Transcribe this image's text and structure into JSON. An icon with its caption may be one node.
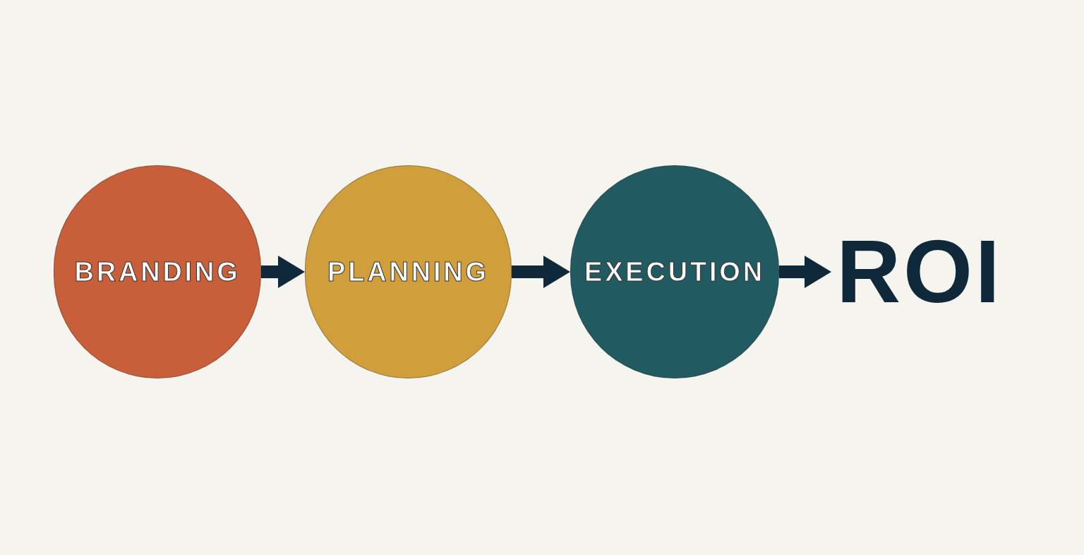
{
  "diagram": {
    "nodes": [
      {
        "text": [
          "BRANDING"
        ]
      },
      {
        "text": [
          "PLANNING"
        ]
      },
      {
        "text": [
          "EXECUTION"
        ]
      },
      {
        "text": [
          "ROI"
        ]
      }
    ],
    "edges": [
      {
        "from": 0,
        "to": 1,
        "arrow": "to"
      },
      {
        "from": 1,
        "to": 2,
        "arrow": "to"
      },
      {
        "from": 2,
        "to": 3,
        "arrow": "to"
      }
    ]
  }
}
